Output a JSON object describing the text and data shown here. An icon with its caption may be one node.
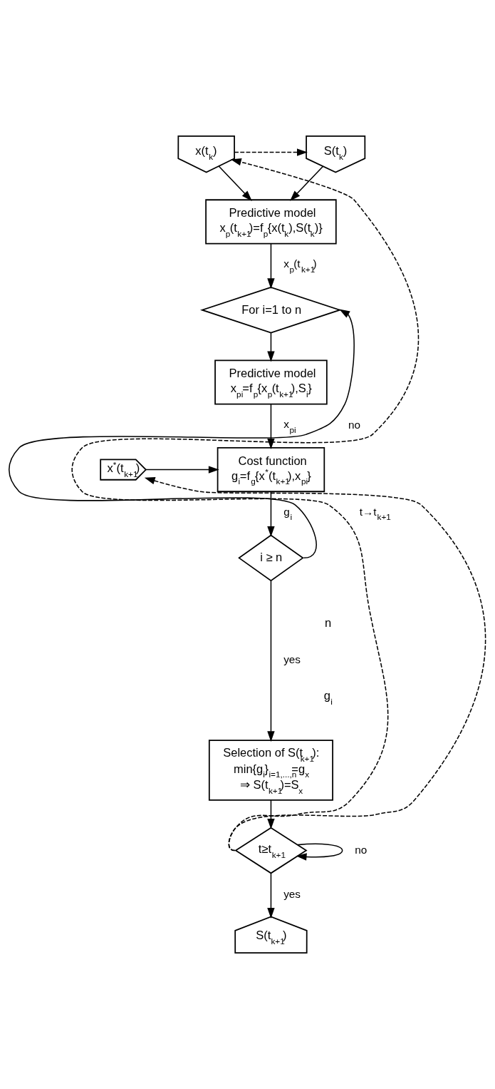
{
  "diagram": {
    "nodes": [
      {
        "text": [
          "x(t$_{k}$)"
        ]
      },
      {
        "text": [
          "S(t$_{k}$)"
        ]
      },
      {
        "text": [
          "Predictive model",
          "x$_{p}$(t$_{k+1}$)=f$_{p}${x(t$_{k}$),S(t$_{k}$)}"
        ]
      },
      {
        "text": [
          "For i=1 to n"
        ]
      },
      {
        "text": [
          "Predictive model",
          "x$_{pi}$=f$_{p}${x$_{p}$(t$_{k+1}$),S$_{i}$}"
        ]
      },
      {
        "text": [
          "x$^{*}$(t$_{k+1}$)"
        ]
      },
      {
        "text": [
          "Cost function",
          "g$_{i}$=f$_{g}${x$^{*}$(t$_{k+1}$),x$_{pi}$}"
        ]
      },
      {
        "text": [
          "i ≥ n"
        ]
      },
      {
        "text": [
          "Selection of S(t$_{k+1}$):",
          "min{g$_{i}$}$_{i=1,...,n}$=g$_{x}$",
          "⇒ S(t$_{k+1}$)=S$_{x}$"
        ]
      },
      {
        "text": [
          "t≥t$_{k+1}$"
        ]
      },
      {
        "text": [
          "S(t$_{k+1}$)"
        ]
      }
    ],
    "edges": [
      {
        "from": 0,
        "to": 1,
        "arrow": "to",
        "style": "dashed"
      },
      {
        "from": 0,
        "to": 2,
        "arrow": "to"
      },
      {
        "from": 1,
        "to": 2,
        "arrow": "to"
      },
      {
        "from": 2,
        "to": 3,
        "arrow": "to",
        "label": "x$_{p}$(t$_{k+1}$)"
      },
      {
        "from": 3,
        "to": 4,
        "arrow": "to"
      },
      {
        "from": 4,
        "to": 6,
        "arrow": "to",
        "label": "x$_{pi}$"
      },
      {
        "from": 5,
        "to": 6,
        "arrow": "to"
      },
      {
        "from": 6,
        "to": 7,
        "arrow": "to",
        "label": "g$_{i}$"
      },
      {
        "from": 7,
        "to": 3,
        "arrow": "to",
        "label": "no"
      },
      {
        "from": 7,
        "to": 8,
        "arrow": "to",
        "label": "yes"
      },
      {
        "from": 8,
        "to": 9,
        "arrow": "to"
      },
      {
        "from": 9,
        "to": 9,
        "arrow": "to",
        "label": "no"
      },
      {
        "from": 9,
        "to": 10,
        "arrow": "to",
        "label": "yes"
      },
      {
        "from": 9,
        "to": 0,
        "arrow": "to",
        "style": "dashed",
        "label": "t→t$_{k+1}$"
      },
      {
        "from": 9,
        "to": 5,
        "arrow": "to",
        "style": "dashed"
      }
    ],
    "labels": [
      "n",
      "g$_{i}$"
    ]
  }
}
